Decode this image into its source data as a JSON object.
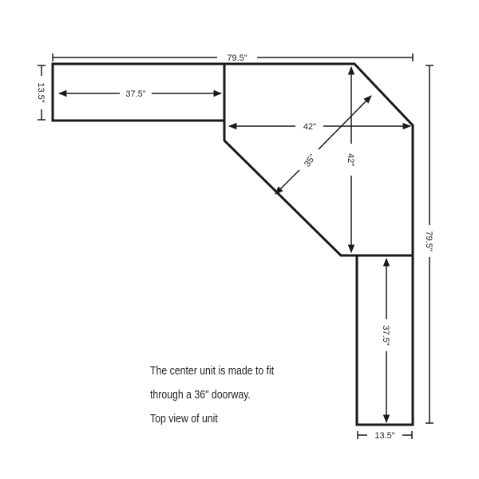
{
  "dimensions": {
    "overall_width": "79.5\"",
    "overall_height": "79.5\"",
    "left_depth": "13.5\"",
    "left_length": "37.5\"",
    "center_width": "42\"",
    "center_height": "42\"",
    "center_diagonal": "35\"",
    "bottom_length": "37.5\"",
    "bottom_width": "13.5\""
  },
  "notes": [
    "The center unit is made to fit",
    "through a 36\" doorway.",
    "Top view of unit"
  ],
  "colors": {
    "line": "#1a1a1a",
    "background": "#ffffff"
  }
}
